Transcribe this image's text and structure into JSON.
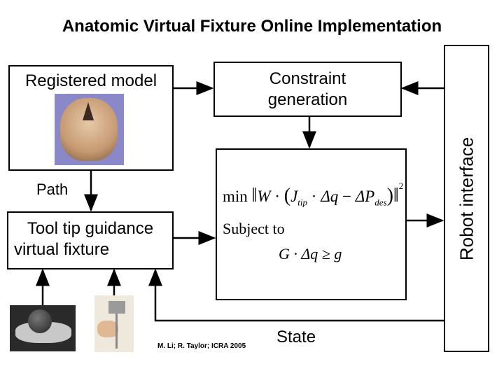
{
  "title": "Anatomic Virtual Fixture Online Implementation",
  "blocks": {
    "registered_model": "Registered model",
    "constraint_line1": "Constraint",
    "constraint_line2": "generation",
    "tool_tip_line1": "Tool tip guidance",
    "tool_tip_line2": "virtual fixture",
    "robot_interface": "Robot interface"
  },
  "optimization": {
    "objective_prefix": "min",
    "objective_W": "W",
    "objective_J": "J",
    "objective_J_sub": "tip",
    "objective_dq": "Δq",
    "objective_P": "ΔP",
    "objective_P_sub": "des",
    "objective_power": "2",
    "subject_to": "Subject to",
    "constraint": "G · Δq ≥ g"
  },
  "labels": {
    "path": "Path",
    "state": "State"
  },
  "citation": "M. Li; R. Taylor; ICRA 2005"
}
